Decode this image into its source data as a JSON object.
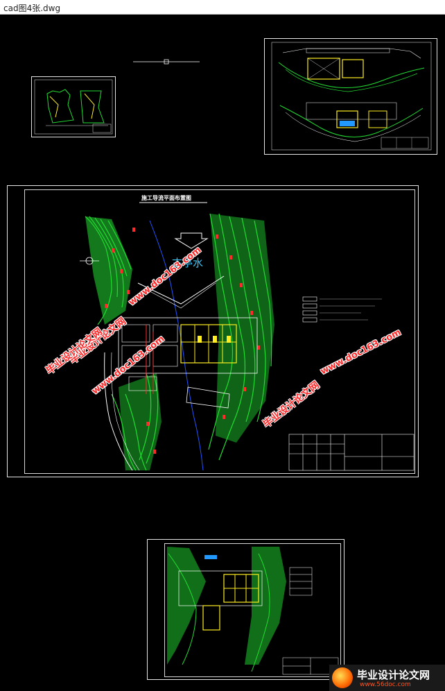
{
  "window": {
    "title": "cad图4张.dwg"
  },
  "main_sheet": {
    "title": "施工导流平面布置图",
    "river_label": "古亭水"
  },
  "watermarks": [
    "www.doc163.com",
    "毕业设计论文网",
    "www.doc163.com",
    "毕业设计论文网",
    "www.doc163.com",
    "毕业设计论文网"
  ],
  "logo": {
    "text": "毕业设计论文网",
    "url": "www.56doc.com"
  },
  "colors": {
    "background": "#000000",
    "contour_green": "#22dd33",
    "contour_red": "#ff2a2a",
    "structure_yellow": "#ffee22",
    "river_blue": "#2255ff",
    "watermark_red": "#ff2a2a"
  }
}
